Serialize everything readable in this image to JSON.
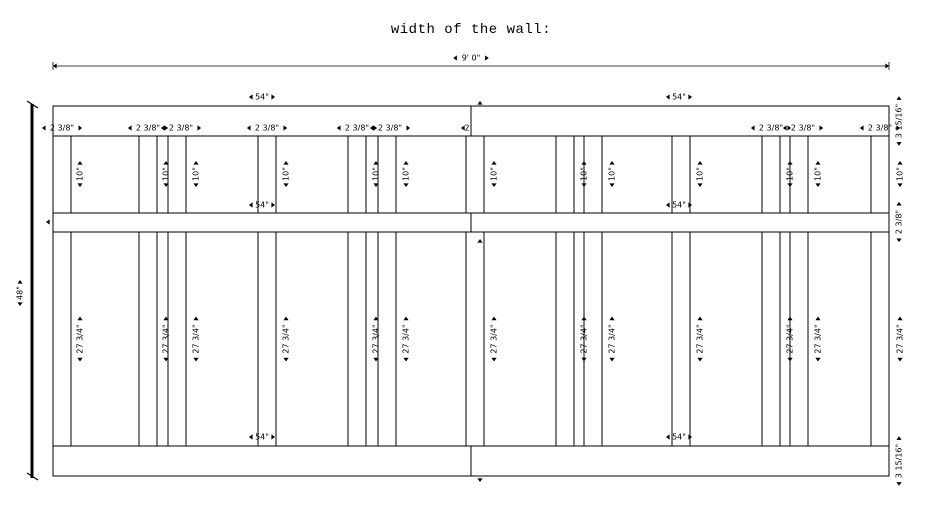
{
  "title": "width of the wall:",
  "dimensions": {
    "overall_width": "9' 0\"",
    "overall_height": "48\"",
    "rail_width": "54\"",
    "stile_width": "2 3/8\"",
    "stile_width_cut": "2",
    "upper_panel_height": "10\"",
    "lower_panel_height": "27 3/4\"",
    "rail_height_edge": "3 15/16\"",
    "rail_height_mid": "2 3/8\""
  }
}
